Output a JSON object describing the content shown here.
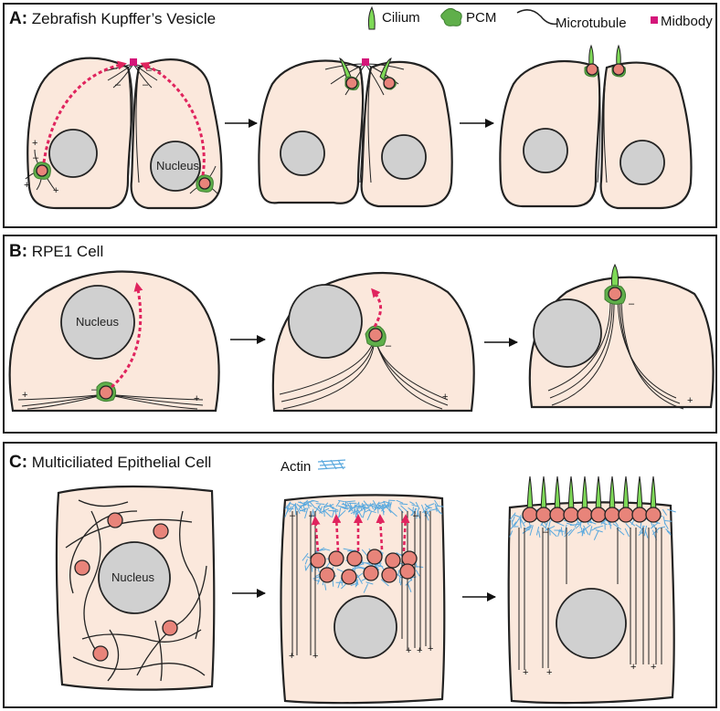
{
  "panels": [
    {
      "letter": "A:",
      "title": "Zebrafish Kupffer’s Vesicle"
    },
    {
      "letter": "B:",
      "title": "RPE1 Cell"
    },
    {
      "letter": "C:",
      "title": "Multiciliated Epithelial Cell"
    }
  ],
  "legend": {
    "cilium": "Cilium",
    "pcm": "PCM",
    "microtubule": "Microtubule",
    "midbody": "Midbody",
    "actin": "Actin"
  },
  "labels": {
    "nucleus_a": "Nucleus",
    "nucleus_b": "Nucleus",
    "nucleus_c": "Nucleus",
    "plus": "+",
    "minus": "–"
  },
  "colors": {
    "cell_fill": "#fbe8dc",
    "nucleus_fill": "#d0d0d0",
    "centriole": "#e8847a",
    "pcm": "#5faf4a",
    "cilium": "#7ed957",
    "midbody": "#d4167a",
    "arrow": "#e0245e",
    "actin": "#5aa9de",
    "outline": "#222222"
  }
}
